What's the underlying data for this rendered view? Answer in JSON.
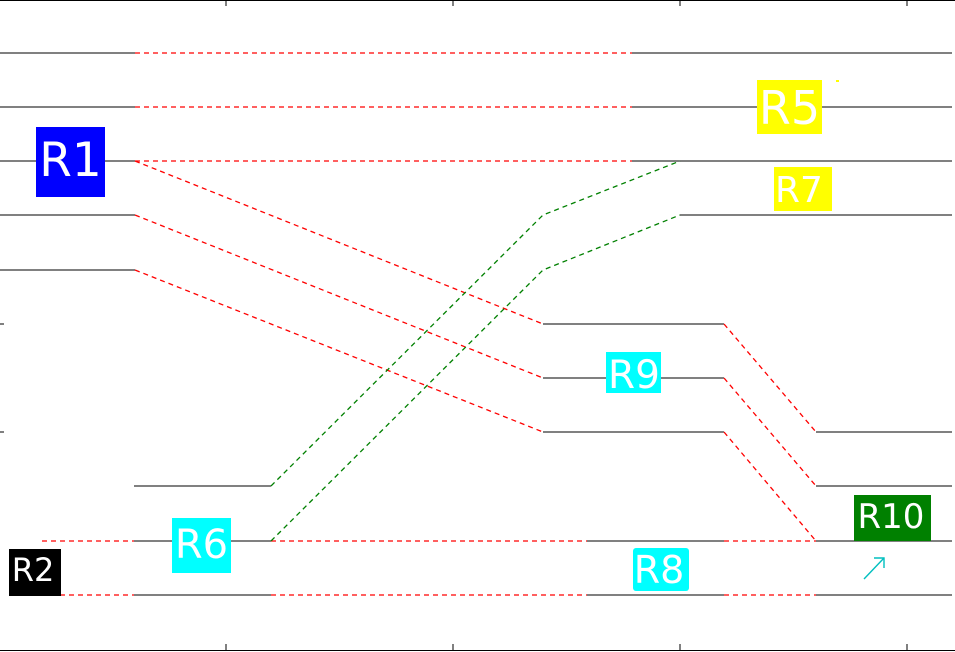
{
  "colors": {
    "background": "#ffffff",
    "level_line": "#000000",
    "red_dash": "#ff0000",
    "green_dash": "#008000",
    "arrow": "#00bfbf"
  },
  "labels": {
    "r1": {
      "text": "R1",
      "bg": "#0000ff",
      "fg": "#ffffff"
    },
    "r2": {
      "text": "R2",
      "bg": "#000000",
      "fg": "#ffffff"
    },
    "r5": {
      "text": "R5",
      "bg": "#ffff00",
      "fg": "#ffffff"
    },
    "r6": {
      "text": "R6",
      "bg": "#00ffff",
      "fg": "#ffffff"
    },
    "r7": {
      "text": "R7",
      "bg": "#ffff00",
      "fg": "#ffffff"
    },
    "r8": {
      "text": "R8",
      "bg": "#00ffff",
      "fg": "#ffffff"
    },
    "r9": {
      "text": "R9",
      "bg": "#00ffff",
      "fg": "#ffffff"
    },
    "r10": {
      "text": "R10",
      "bg": "#008000",
      "fg": "#ffffff"
    }
  }
}
